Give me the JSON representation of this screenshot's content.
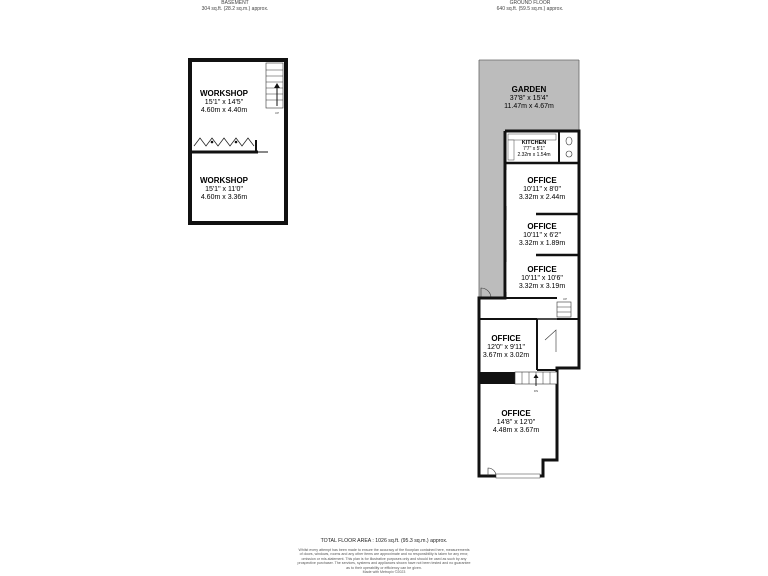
{
  "floors": {
    "basement": {
      "title": "BASEMENT",
      "area": "304 sq.ft. (28.2 sq.m.) approx."
    },
    "ground": {
      "title": "GROUND FLOOR",
      "area": "640 sq.ft. (59.5 sq.m.) approx."
    }
  },
  "rooms": {
    "workshop_upper": {
      "name": "WORKSHOP",
      "imperial": "15'1\" x 14'5\"",
      "metric": "4.60m x 4.40m"
    },
    "workshop_lower": {
      "name": "WORKSHOP",
      "imperial": "15'1\" x 11'0\"",
      "metric": "4.60m x 3.36m"
    },
    "garden": {
      "name": "GARDEN",
      "imperial": "37'8\" x 15'4\"",
      "metric": "11.47m x 4.67m"
    },
    "kitchen": {
      "name": "KITCHEN",
      "imperial": "7'7\" x 5'1\"",
      "metric": "2.32m x 1.54m"
    },
    "office_1": {
      "name": "OFFICE",
      "imperial": "10'11\" x 8'0\"",
      "metric": "3.32m x 2.44m"
    },
    "office_2": {
      "name": "OFFICE",
      "imperial": "10'11\" x 6'2\"",
      "metric": "3.32m x 1.89m"
    },
    "office_3": {
      "name": "OFFICE",
      "imperial": "10'11\" x 10'6\"",
      "metric": "3.32m x 3.19m"
    },
    "office_4": {
      "name": "OFFICE",
      "imperial": "12'0\" x 9'11\"",
      "metric": "3.67m x 3.02m"
    },
    "office_5": {
      "name": "OFFICE",
      "imperial": "14'8\" x 12'0\"",
      "metric": "4.48m x 3.67m"
    }
  },
  "stair_labels": {
    "up": "UP",
    "dn": "DN"
  },
  "footer": {
    "total": "TOTAL FLOOR AREA : 1026 sq.ft. (95.3 sq.m.) approx.",
    "disclaimer": [
      "Whilst every attempt has been made to ensure the accuracy of the floorplan contained here, measurements",
      "of doors, windows, rooms and any other items are approximate and no responsibility is taken for any error,",
      "omission or mis-statement. This plan is for illustrative purposes only and should be used as such by any",
      "prospective purchaser. The services, systems and appliances shown have not been tested and no guarantee",
      "as to their operability or efficiency can be given.",
      "Made with Metropix ©2023"
    ]
  }
}
